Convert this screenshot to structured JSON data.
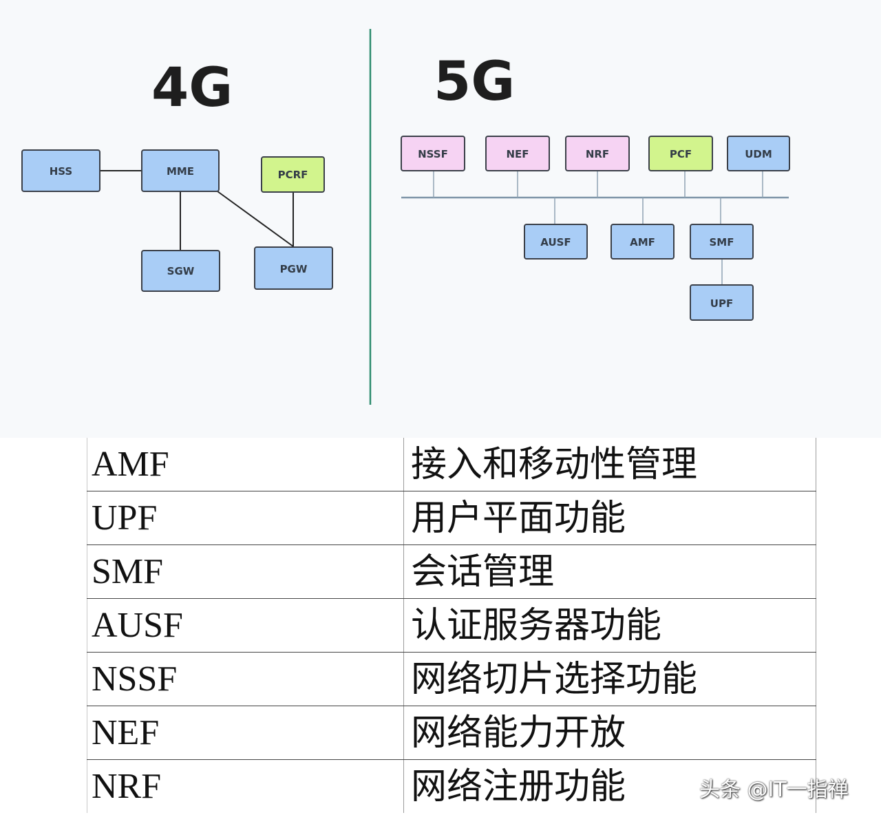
{
  "diagram": {
    "title_4g": "4G",
    "title_5g": "5G",
    "colors": {
      "blue_node": "#a9cdf6",
      "pink_node": "#f6d3f3",
      "green_node": "#d2f48d",
      "node_border": "#3a3f48",
      "divider": "#2e8b6e",
      "bus_line": "#7f95a8"
    },
    "nodes_4g": [
      "HSS",
      "MME",
      "PCRF",
      "SGW",
      "PGW"
    ],
    "nodes_5g_top": [
      "NSSF",
      "NEF",
      "NRF",
      "PCF",
      "UDM"
    ],
    "nodes_5g_bottom": [
      "AUSF",
      "AMF",
      "SMF"
    ],
    "node_5g_upf": "UPF"
  },
  "legend": {
    "rows": [
      {
        "abbr": "AMF",
        "desc": "接入和移动性管理"
      },
      {
        "abbr": "UPF",
        "desc": "用户平面功能"
      },
      {
        "abbr": "SMF",
        "desc": "会话管理"
      },
      {
        "abbr": "AUSF",
        "desc": "认证服务器功能"
      },
      {
        "abbr": "NSSF",
        "desc": "网络切片选择功能"
      },
      {
        "abbr": "NEF",
        "desc": "网络能力开放"
      },
      {
        "abbr": "NRF",
        "desc": "网络注册功能"
      }
    ]
  },
  "watermark": "头条 @IT一指禅"
}
